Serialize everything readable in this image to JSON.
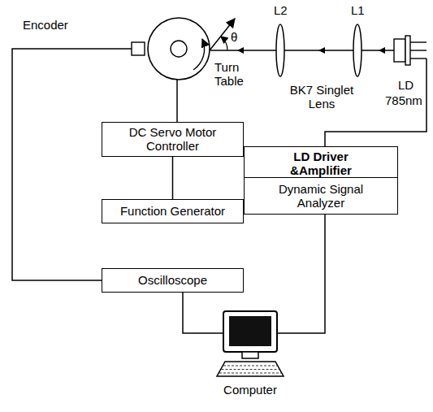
{
  "diagram": {
    "nodes": [
      {
        "text": [
          "DC Servo Motor Controller"
        ]
      },
      {
        "text": [
          "Function Generator"
        ]
      },
      {
        "text": [
          "Oscilloscope"
        ]
      },
      {
        "text": [
          "LD Driver &Amplifier"
        ]
      },
      {
        "text": [
          "Dynamic Signal Analyzer"
        ]
      },
      {
        "text": [
          "Computer"
        ]
      }
    ],
    "edges": [
      {
        "from": 0,
        "to": 1,
        "arrow": "none"
      },
      {
        "from": 2,
        "to": 5,
        "arrow": "none"
      },
      {
        "from": 4,
        "to": 5,
        "arrow": "none"
      }
    ],
    "labels": [
      "Encoder",
      "θ",
      "Turn Table",
      "L2",
      "L1",
      "BK7 Singlet Lens",
      "LD",
      "785nm"
    ]
  }
}
